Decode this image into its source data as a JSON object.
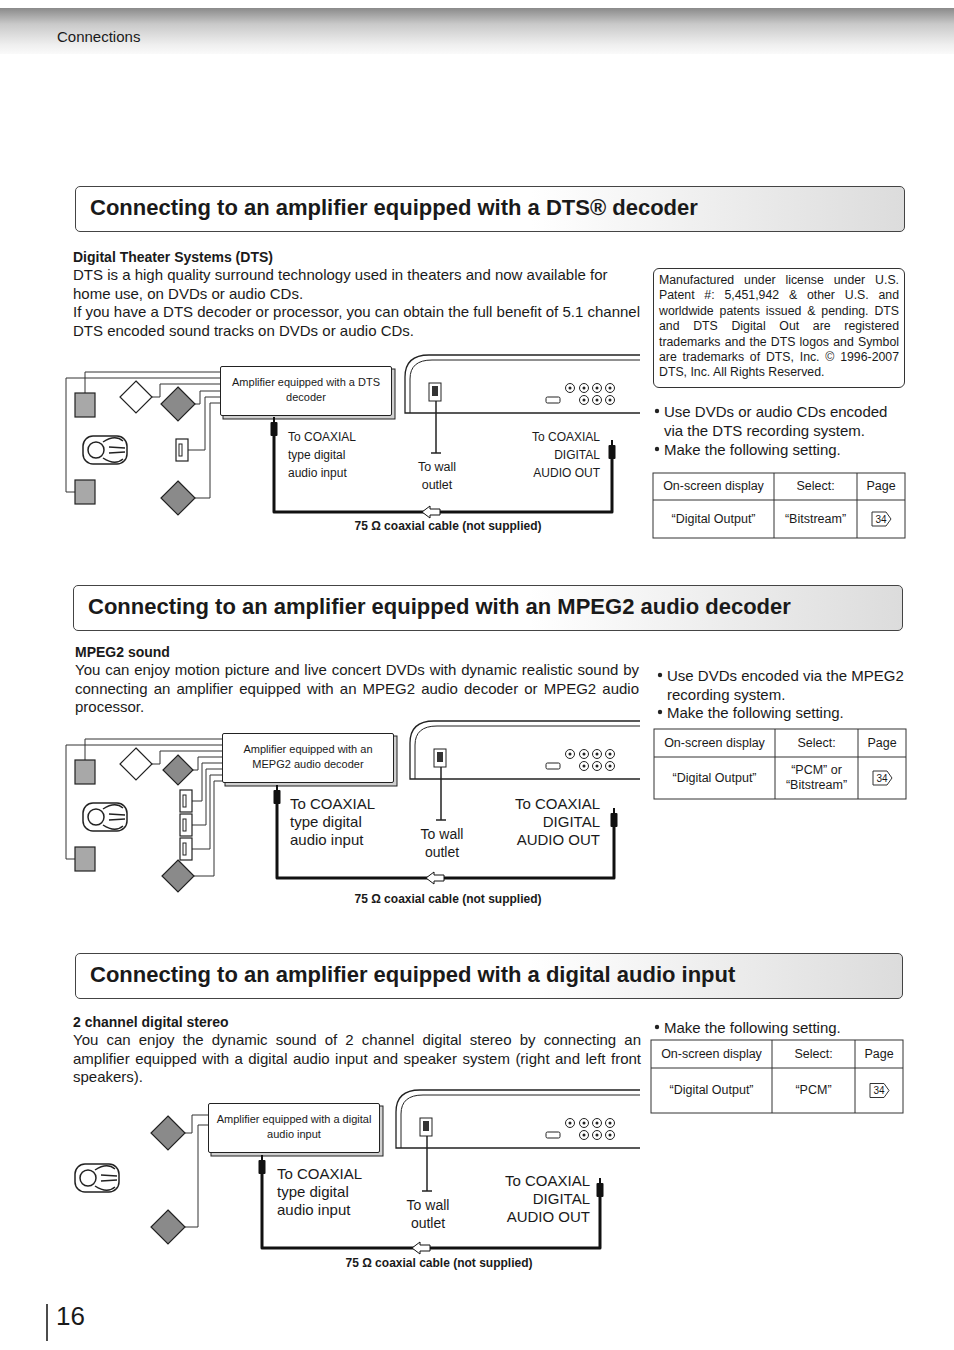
{
  "diagram": {
    "nodes": [
      {
        "text": [
          "Connections"
        ]
      },
      {
        "text": [
          "Connecting to an amplifier equipped with a DTS® decoder"
        ]
      },
      {
        "text": [
          "Manufactured under license under U.S. Patent #: 5,451,942 & other U.S. and worldwide patents issued & pending. DTS and DTS Digital Out are registered trademarks and the DTS logos and Symbol are trademarks of DTS, Inc. © 1996-2007 DTS, Inc. All Rights Reserved."
        ]
      },
      {
        "text": [
          "Amplifier equipped with a DTS decoder"
        ]
      },
      {
        "text": [
          "Connecting to an amplifier equipped with an MPEG2 audio decoder"
        ]
      },
      {
        "text": [
          "Amplifier equipped with an MEPG2 audio decoder"
        ]
      },
      {
        "text": [
          "Connecting to an amplifier equipped with a digital audio input"
        ]
      },
      {
        "text": [
          "Amplifier equipped with a digital audio input"
        ]
      }
    ],
    "labels": [
      "Digital Theater Systems (DTS)",
      "DTS is a high quality surround technology used in theaters and now available for home use, on DVDs or audio CDs.",
      "If you have a DTS decoder or processor, you can obtain the full benefit of 5.1 channel DTS encoded sound tracks on DVDs or audio CDs.",
      "Use DVDs or audio CDs encoded via the DTS recording system.",
      "Make the following setting.",
      "On-screen display",
      "Select:",
      "Page",
      "“Digital Output”",
      "“Bitstream”",
      "34",
      "To COAXIAL type digital audio input",
      "To wall outlet",
      "To COAXIAL DIGITAL AUDIO OUT",
      "75 Ω coaxial cable (not supplied)",
      "MPEG2 sound",
      "You can enjoy motion picture and live concert DVDs with dynamic realistic sound by connecting an amplifier equipped with an MPEG2 audio decoder or MPEG2 audio processor.",
      "Use DVDs encoded via the MPEG2 recording system.",
      "Make the following setting.",
      "On-screen display",
      "Select:",
      "Page",
      "“Digital Output”",
      "“PCM” or “Bitstream”",
      "34",
      "To COAXIAL type digital audio input",
      "To wall outlet",
      "To COAXIAL DIGITAL AUDIO OUT",
      "75 Ω coaxial cable (not supplied)",
      "2 channel digital stereo",
      "You can enjoy the dynamic sound of 2 channel digital stereo by connecting an amplifier equipped with a digital audio input and speaker system (right and left front speakers).",
      "Make the following setting.",
      "On-screen display",
      "Select:",
      "Page",
      "“Digital Output”",
      "“PCM”",
      "34",
      "To COAXIAL type digital audio input",
      "To wall outlet",
      "To COAXIAL DIGITAL AUDIO OUT",
      "75 Ω coaxial cable (not supplied)",
      "16"
    ]
  }
}
